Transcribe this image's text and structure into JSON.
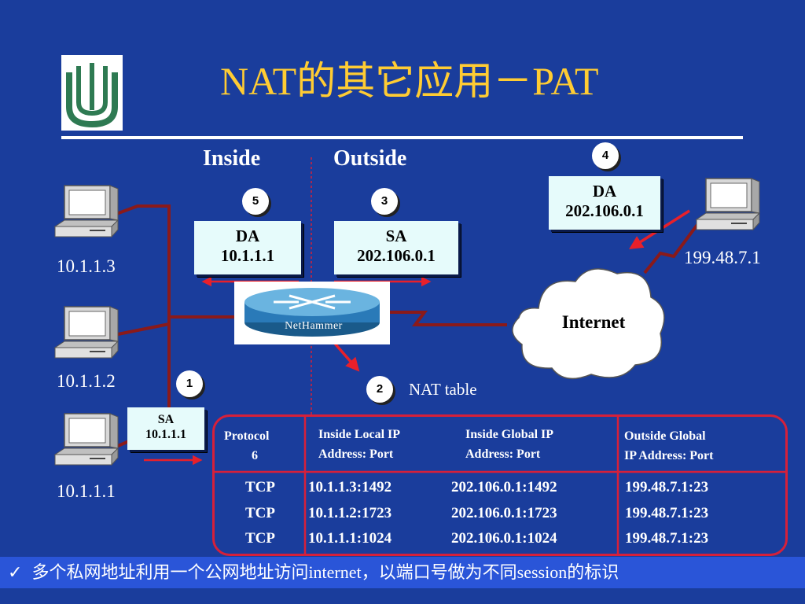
{
  "title": "NAT的其它应用－PAT",
  "zones": {
    "inside": "Inside",
    "outside": "Outside"
  },
  "hosts": [
    {
      "ip": "10.1.1.3"
    },
    {
      "ip": "10.1.1.2"
    },
    {
      "ip": "10.1.1.1"
    }
  ],
  "remote_host": {
    "ip": "199.48.7.1"
  },
  "router": {
    "label": "NetHammer"
  },
  "cloud": {
    "label": "Internet"
  },
  "steps": {
    "step1": {
      "number": "1",
      "line1": "SA",
      "line2": "10.1.1.1"
    },
    "step2": {
      "number": "2",
      "label": "NAT table"
    },
    "step3": {
      "number": "3",
      "line1": "SA",
      "line2": "202.106.0.1"
    },
    "step4": {
      "number": "4",
      "line1": "DA",
      "line2": "202.106.0.1"
    },
    "step5": {
      "number": "5",
      "line1": "DA",
      "line2": "10.1.1.1"
    }
  },
  "nat_table": {
    "headers": [
      {
        "line1": "Protocol",
        "line2": "6"
      },
      {
        "line1": "Inside Local IP",
        "line2": "Address: Port"
      },
      {
        "line1": "Inside Global IP",
        "line2": "Address: Port"
      },
      {
        "line1": "Outside Global",
        "line2": "IP Address: Port"
      }
    ],
    "rows": [
      [
        "TCP",
        "10.1.1.3:1492",
        "202.106.0.1:1492",
        "199.48.7.1:23"
      ],
      [
        "TCP",
        "10.1.1.2:1723",
        "202.106.0.1:1723",
        "199.48.7.1:23"
      ],
      [
        "TCP",
        "10.1.1.1:1024",
        "202.106.0.1:1024",
        "199.48.7.1:23"
      ]
    ]
  },
  "footer": {
    "check_icon": "✓",
    "text": "多个私网地址利用一个公网地址访问internet，以端口号做为不同session的标识"
  },
  "colors": {
    "background": "#1a3d9c",
    "title": "#ffcc33",
    "wire": "#8a1a1a",
    "arrow": "#e8202a",
    "table_border": "#d6203a",
    "box_fill": "#e6fbfb",
    "footer_bar": "#2a55d8"
  }
}
